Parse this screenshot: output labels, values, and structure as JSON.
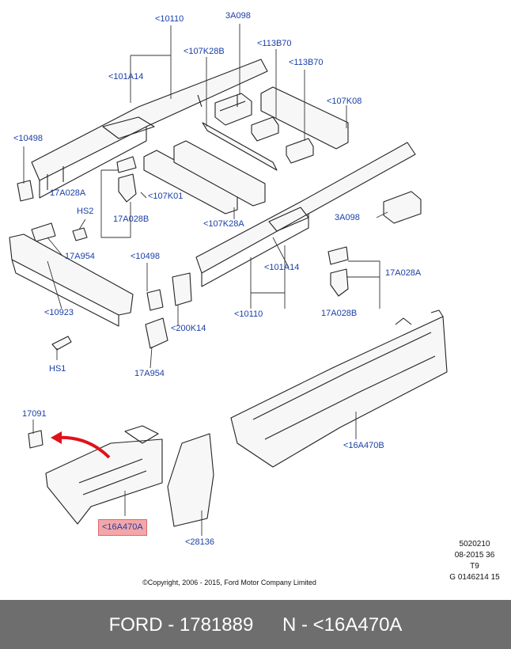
{
  "callouts": [
    {
      "id": "c-10110-top",
      "text": "<10110"
    },
    {
      "id": "c-3a098-top",
      "text": "3A098"
    },
    {
      "id": "c-107k28b",
      "text": "<107K28B"
    },
    {
      "id": "c-113b70-a",
      "text": "<113B70"
    },
    {
      "id": "c-113b70-b",
      "text": "<113B70"
    },
    {
      "id": "c-101a14-top",
      "text": "<101A14"
    },
    {
      "id": "c-107k08",
      "text": "<107K08"
    },
    {
      "id": "c-10498-left",
      "text": "<10498"
    },
    {
      "id": "c-17a028a-left",
      "text": "17A028A"
    },
    {
      "id": "c-107k01",
      "text": "<107K01"
    },
    {
      "id": "c-hs2",
      "text": "HS2"
    },
    {
      "id": "c-17a028b-left",
      "text": "17A028B"
    },
    {
      "id": "c-107k28a",
      "text": "<107K28A"
    },
    {
      "id": "c-3a098-right",
      "text": "3A098"
    },
    {
      "id": "c-17a954-left",
      "text": "17A954"
    },
    {
      "id": "c-10498-mid",
      "text": "<10498"
    },
    {
      "id": "c-101a14-mid",
      "text": "<101A14"
    },
    {
      "id": "c-17a028a-right",
      "text": "17A028A"
    },
    {
      "id": "c-10923",
      "text": "<10923"
    },
    {
      "id": "c-10110-mid",
      "text": "<10110"
    },
    {
      "id": "c-17a028b-right",
      "text": "17A028B"
    },
    {
      "id": "c-200k14",
      "text": "<200K14"
    },
    {
      "id": "c-hs1",
      "text": "HS1"
    },
    {
      "id": "c-17a954-mid",
      "text": "17A954"
    },
    {
      "id": "c-17091",
      "text": "17091"
    },
    {
      "id": "c-16a470b",
      "text": "<16A470B"
    },
    {
      "id": "c-16a470a",
      "text": "<16A470A"
    },
    {
      "id": "c-28136",
      "text": "<28136"
    }
  ],
  "highlight_color": "#f4a6a8",
  "arrow_color": "#e0111b",
  "label_color": "#1a3fa6",
  "meta_codes": [
    "5020210",
    "08-2015 36",
    "T9",
    "G 0146214 15"
  ],
  "copyright": "©Copyright, 2006 - 2015, Ford Motor Company Limited",
  "footer": {
    "brand_part": "FORD - 1781889",
    "ref": "N - <16A470A"
  }
}
